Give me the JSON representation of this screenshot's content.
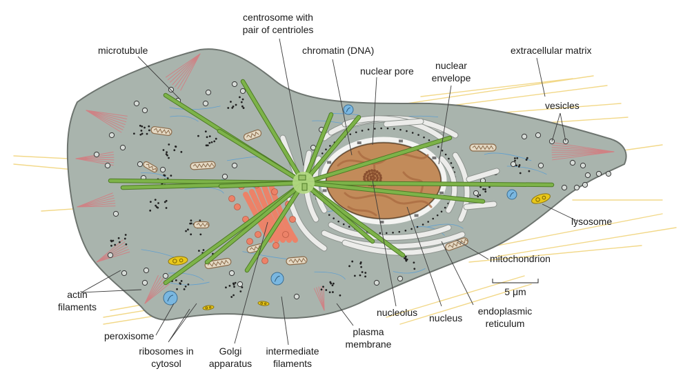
{
  "colors": {
    "cytoplasm": "#a9b4ad",
    "cell_outline": "#6d746f",
    "extracellular_matrix": "#f2d888",
    "actin": "#cf8285",
    "microtubule": "#7db349",
    "microtubule_edge": "#4d7a25",
    "golgi": "#ec8268",
    "er": "#ececea",
    "nucleus": "#c28b5a",
    "nucleolus": "#8a5030",
    "chromatin": "#a96a40",
    "mitochondrion": "#e4d9c4",
    "mitochondrion_crista": "#8a6a4a",
    "lysosome": "#e8c71a",
    "peroxisome": "#7ab7e0",
    "intermediate_filament": "#5f9fd0",
    "centrosome": "#b4d983",
    "vesicle": "#d6dbd7",
    "ribosome": "#222222"
  },
  "labels": {
    "centrosome_line1": "centrosome with",
    "centrosome_line2": "pair of centrioles",
    "microtubule": "microtubule",
    "chromatin": "chromatin (DNA)",
    "nuclear_pore": "nuclear pore",
    "nuclear_envelope_line1": "nuclear",
    "nuclear_envelope_line2": "envelope",
    "extracellular_matrix": "extracellular matrix",
    "vesicles": "vesicles",
    "lysosome": "lysosome",
    "mitochondrion": "mitochondrion",
    "actin_line1": "actin",
    "actin_line2": "filaments",
    "peroxisome": "peroxisome",
    "ribosomes_line1": "ribosomes in",
    "ribosomes_line2": "cytosol",
    "golgi_line1": "Golgi",
    "golgi_line2": "apparatus",
    "intermediate_line1": "intermediate",
    "intermediate_line2": "filaments",
    "plasma_line1": "plasma",
    "plasma_line2": "membrane",
    "nucleolus": "nucleolus",
    "nucleus": "nucleus",
    "er_line1": "endoplasmic",
    "er_line2": "reticulum",
    "scale_bar": "5 μm"
  }
}
